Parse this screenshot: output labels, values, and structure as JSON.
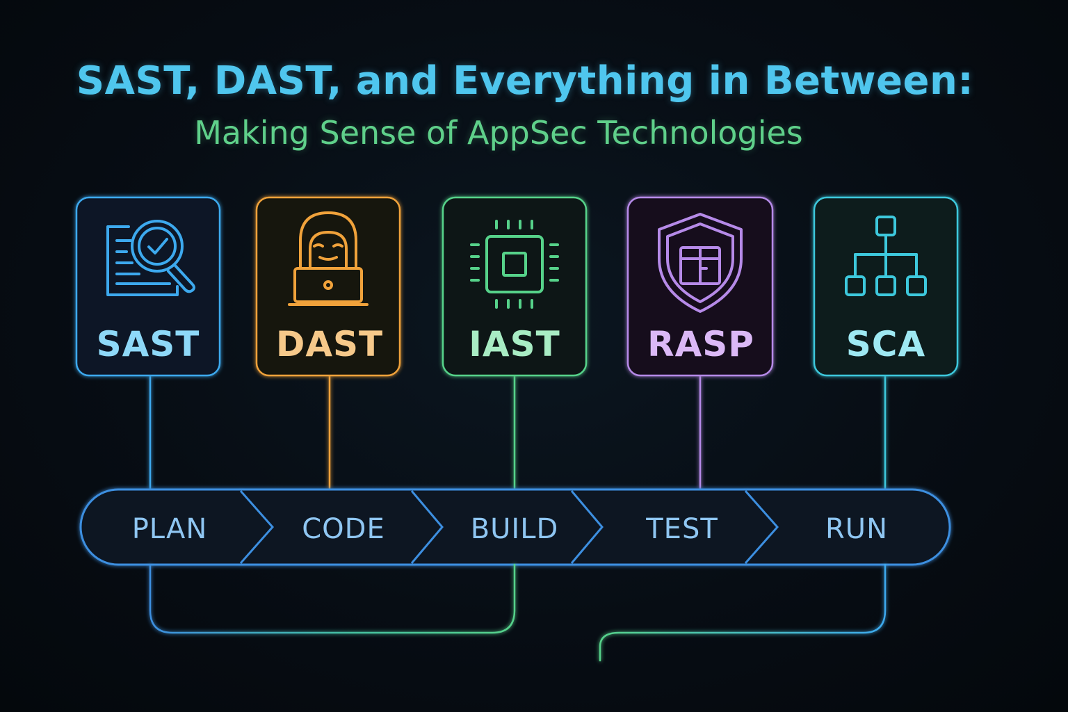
{
  "title": "SAST, DAST, and Everything in Between:",
  "subtitle": "Making Sense of AppSec Technologies",
  "tools": [
    {
      "label": "SAST",
      "icon": "code-scan-magnifier-icon",
      "color": "#3da9ee",
      "text_color": "#8ed8f8"
    },
    {
      "label": "DAST",
      "icon": "hooded-hacker-laptop-icon",
      "color": "#f0a23a",
      "text_color": "#f6c98a"
    },
    {
      "label": "IAST",
      "icon": "microchip-icon",
      "color": "#56d28a",
      "text_color": "#a8ecc4"
    },
    {
      "label": "RASP",
      "icon": "shield-icon",
      "color": "#b68ae8",
      "text_color": "#dbb8f6"
    },
    {
      "label": "SCA",
      "icon": "dependency-tree-icon",
      "color": "#3ec8dc",
      "text_color": "#9ee8f2"
    }
  ],
  "stages": [
    "PLAN",
    "CODE",
    "BUILD",
    "TEST",
    "RUN"
  ],
  "colors": {
    "background": "#070d14",
    "pipeline": "#3d8fe0",
    "title": "#4fc6ee",
    "subtitle": "#5fd08a"
  }
}
